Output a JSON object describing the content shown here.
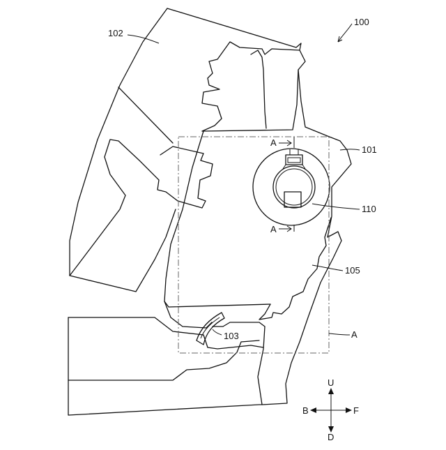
{
  "figure": {
    "labels": {
      "device": "100",
      "housing": "101",
      "cover": "102",
      "lever": "103",
      "frame": "105",
      "window": "110",
      "section": "A",
      "section_top": "A",
      "section_bottom": "A"
    },
    "directions": {
      "up": "U",
      "down": "D",
      "back": "B",
      "front": "F"
    }
  }
}
